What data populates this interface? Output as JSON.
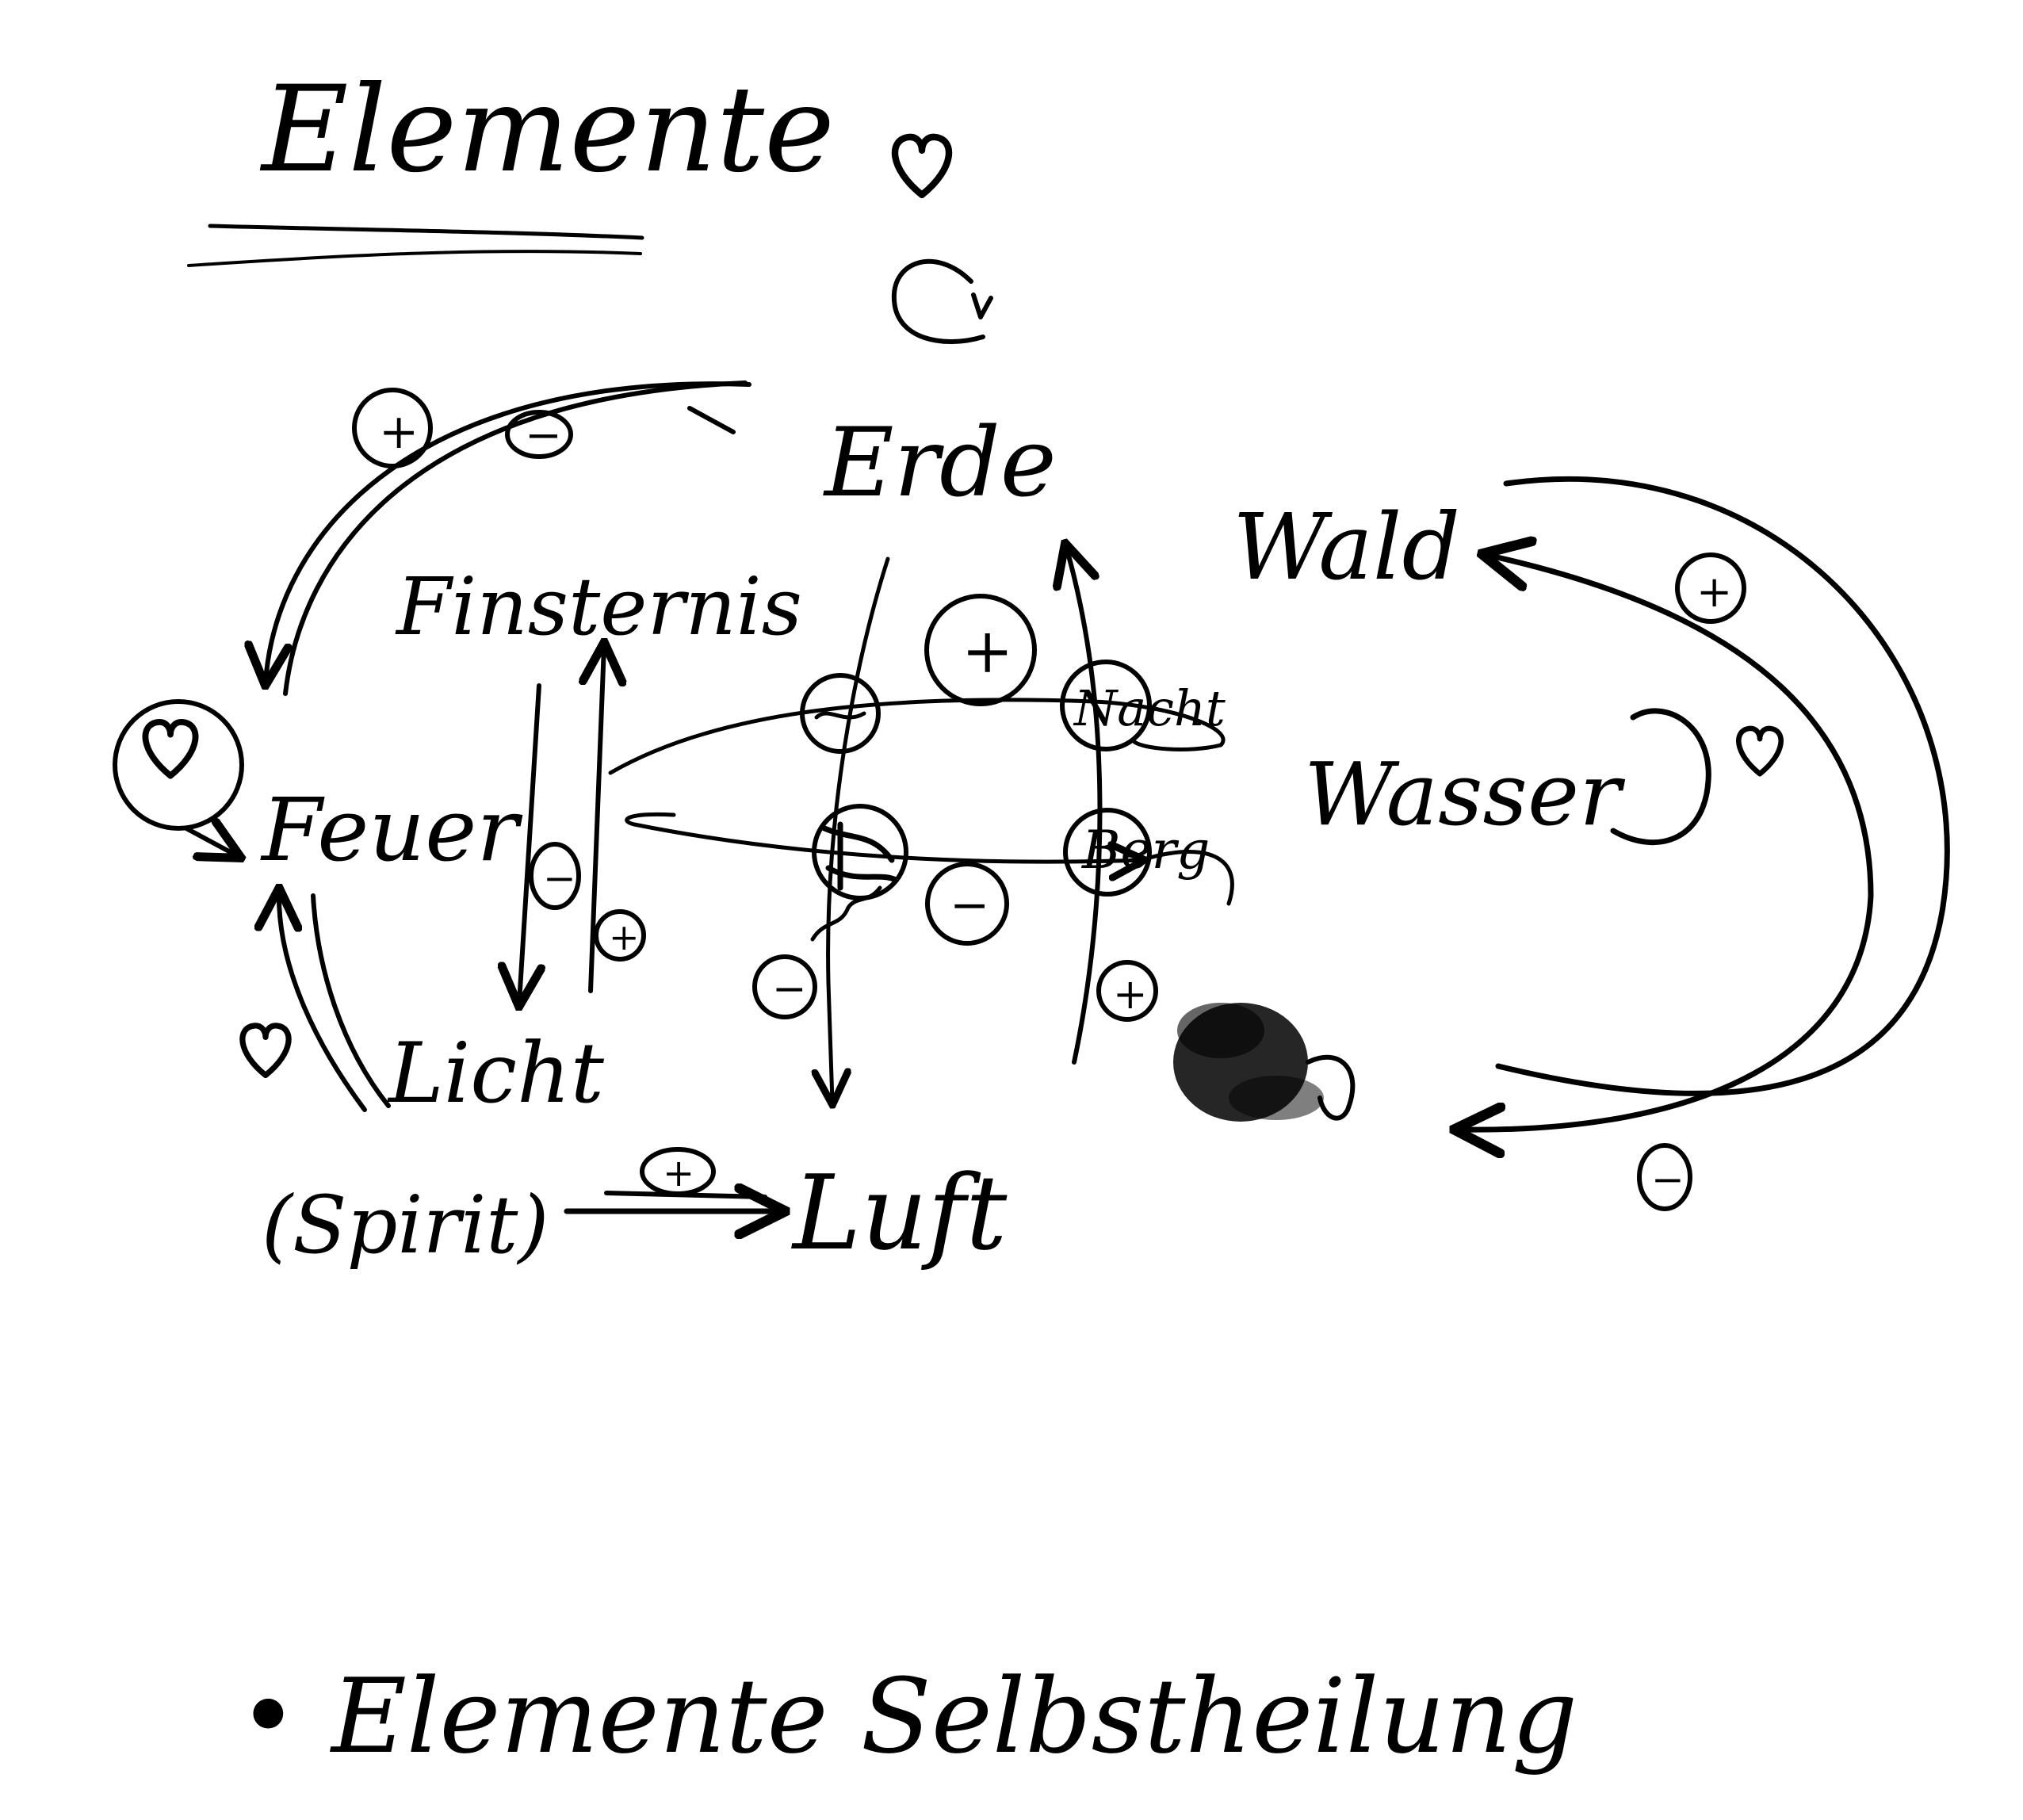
{
  "title": "Elemente",
  "nodes": {
    "erde": "Erde",
    "wald": "Wald",
    "finsternis": "Finsternis",
    "feuer": "Feuer",
    "wasser": "Wasser",
    "licht": "Licht",
    "spirit": "(Spirit)",
    "luft": "Luft",
    "nacht": "Nacht",
    "berg": "Berg"
  },
  "signs": {
    "plus": "+",
    "minus": "−"
  },
  "footer_note": "• Elemente Selbstheilung",
  "colors": {
    "ink": "#000000",
    "paper": "#ffffff"
  }
}
